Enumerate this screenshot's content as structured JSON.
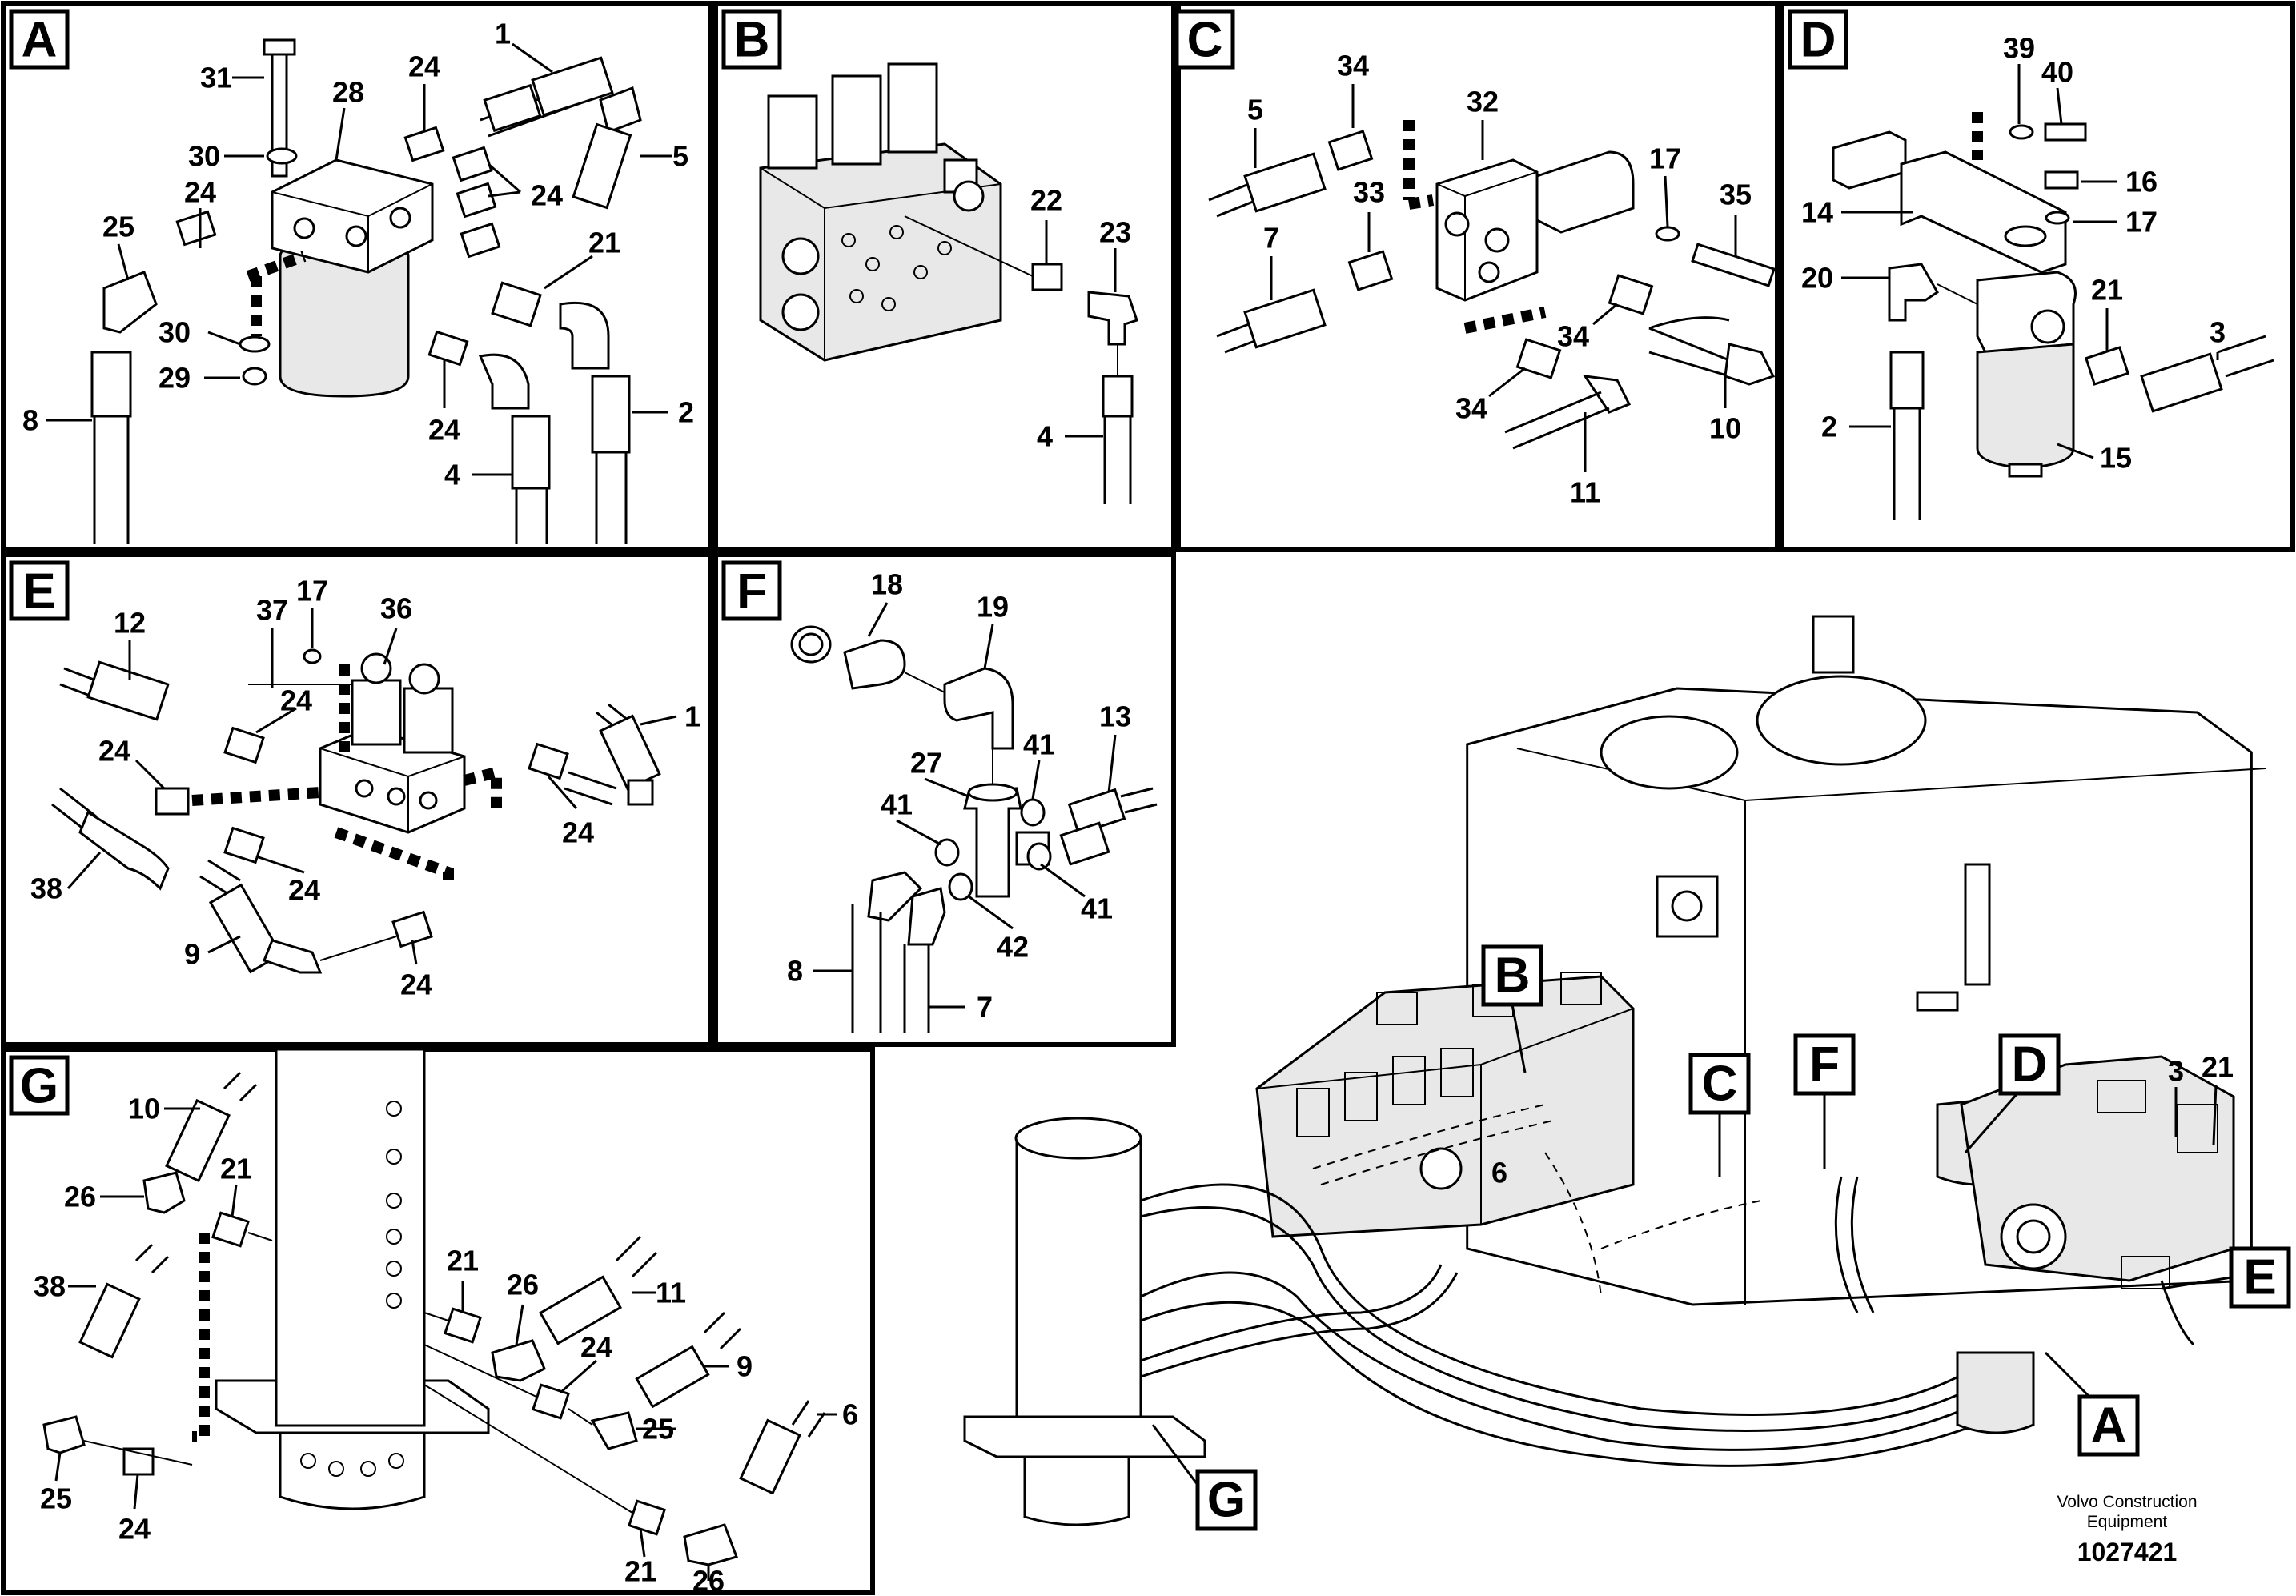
{
  "panels": {
    "A": {
      "tag": "A",
      "callouts": {
        "c31": "31",
        "c28": "28",
        "c24a": "24",
        "c1": "1",
        "c30a": "30",
        "c5": "5",
        "c24b": "24",
        "c24c": "24",
        "c25": "25",
        "c21": "21",
        "c30b": "30",
        "c29": "29",
        "c8": "8",
        "c24d": "24",
        "c2": "2",
        "c4": "4"
      }
    },
    "B": {
      "tag": "B",
      "callouts": {
        "c22": "22",
        "c23": "23",
        "c4": "4"
      }
    },
    "C": {
      "tag": "C",
      "callouts": {
        "c34a": "34",
        "c32": "32",
        "c5": "5",
        "c17": "17",
        "c33": "33",
        "c35": "35",
        "c7": "7",
        "c34b": "34",
        "c34c": "34",
        "c10": "10",
        "c11": "11"
      }
    },
    "D": {
      "tag": "D",
      "callouts": {
        "c39": "39",
        "c40": "40",
        "c16": "16",
        "c14": "14",
        "c17": "17",
        "c20": "20",
        "c21": "21",
        "c3": "3",
        "c2": "2",
        "c15": "15"
      }
    },
    "E": {
      "tag": "E",
      "callouts": {
        "c37": "37",
        "c17": "17",
        "c36": "36",
        "c12": "12",
        "c24a": "24",
        "c1": "1",
        "c24b": "24",
        "c24c": "24",
        "c38": "38",
        "c24d": "24",
        "c9": "9",
        "c24e": "24"
      }
    },
    "F": {
      "tag": "F",
      "callouts": {
        "c18": "18",
        "c19": "19",
        "c13": "13",
        "c27": "27",
        "c41a": "41",
        "c41b": "41",
        "c41c": "41",
        "c42": "42",
        "c8": "8",
        "c7": "7"
      }
    },
    "G": {
      "tag": "G",
      "callouts": {
        "c10": "10",
        "c26a": "26",
        "c21a": "21",
        "c38": "38",
        "c21b": "21",
        "c26b": "26",
        "c11": "11",
        "c24a": "24",
        "c9": "9",
        "c25a": "25",
        "c25b": "25",
        "c24b": "24",
        "c6": "6",
        "c21c": "21",
        "c26c": "26"
      }
    },
    "overview": {
      "markers": {
        "B": "B",
        "C": "C",
        "F": "F",
        "D": "D",
        "E": "E",
        "A": "A",
        "G": "G"
      },
      "callouts": {
        "c6": "6",
        "c3": "3",
        "c21": "21"
      }
    }
  },
  "footer": {
    "company_line1": "Volvo Construction",
    "company_line2": "Equipment",
    "drawing_number": "1027421"
  }
}
